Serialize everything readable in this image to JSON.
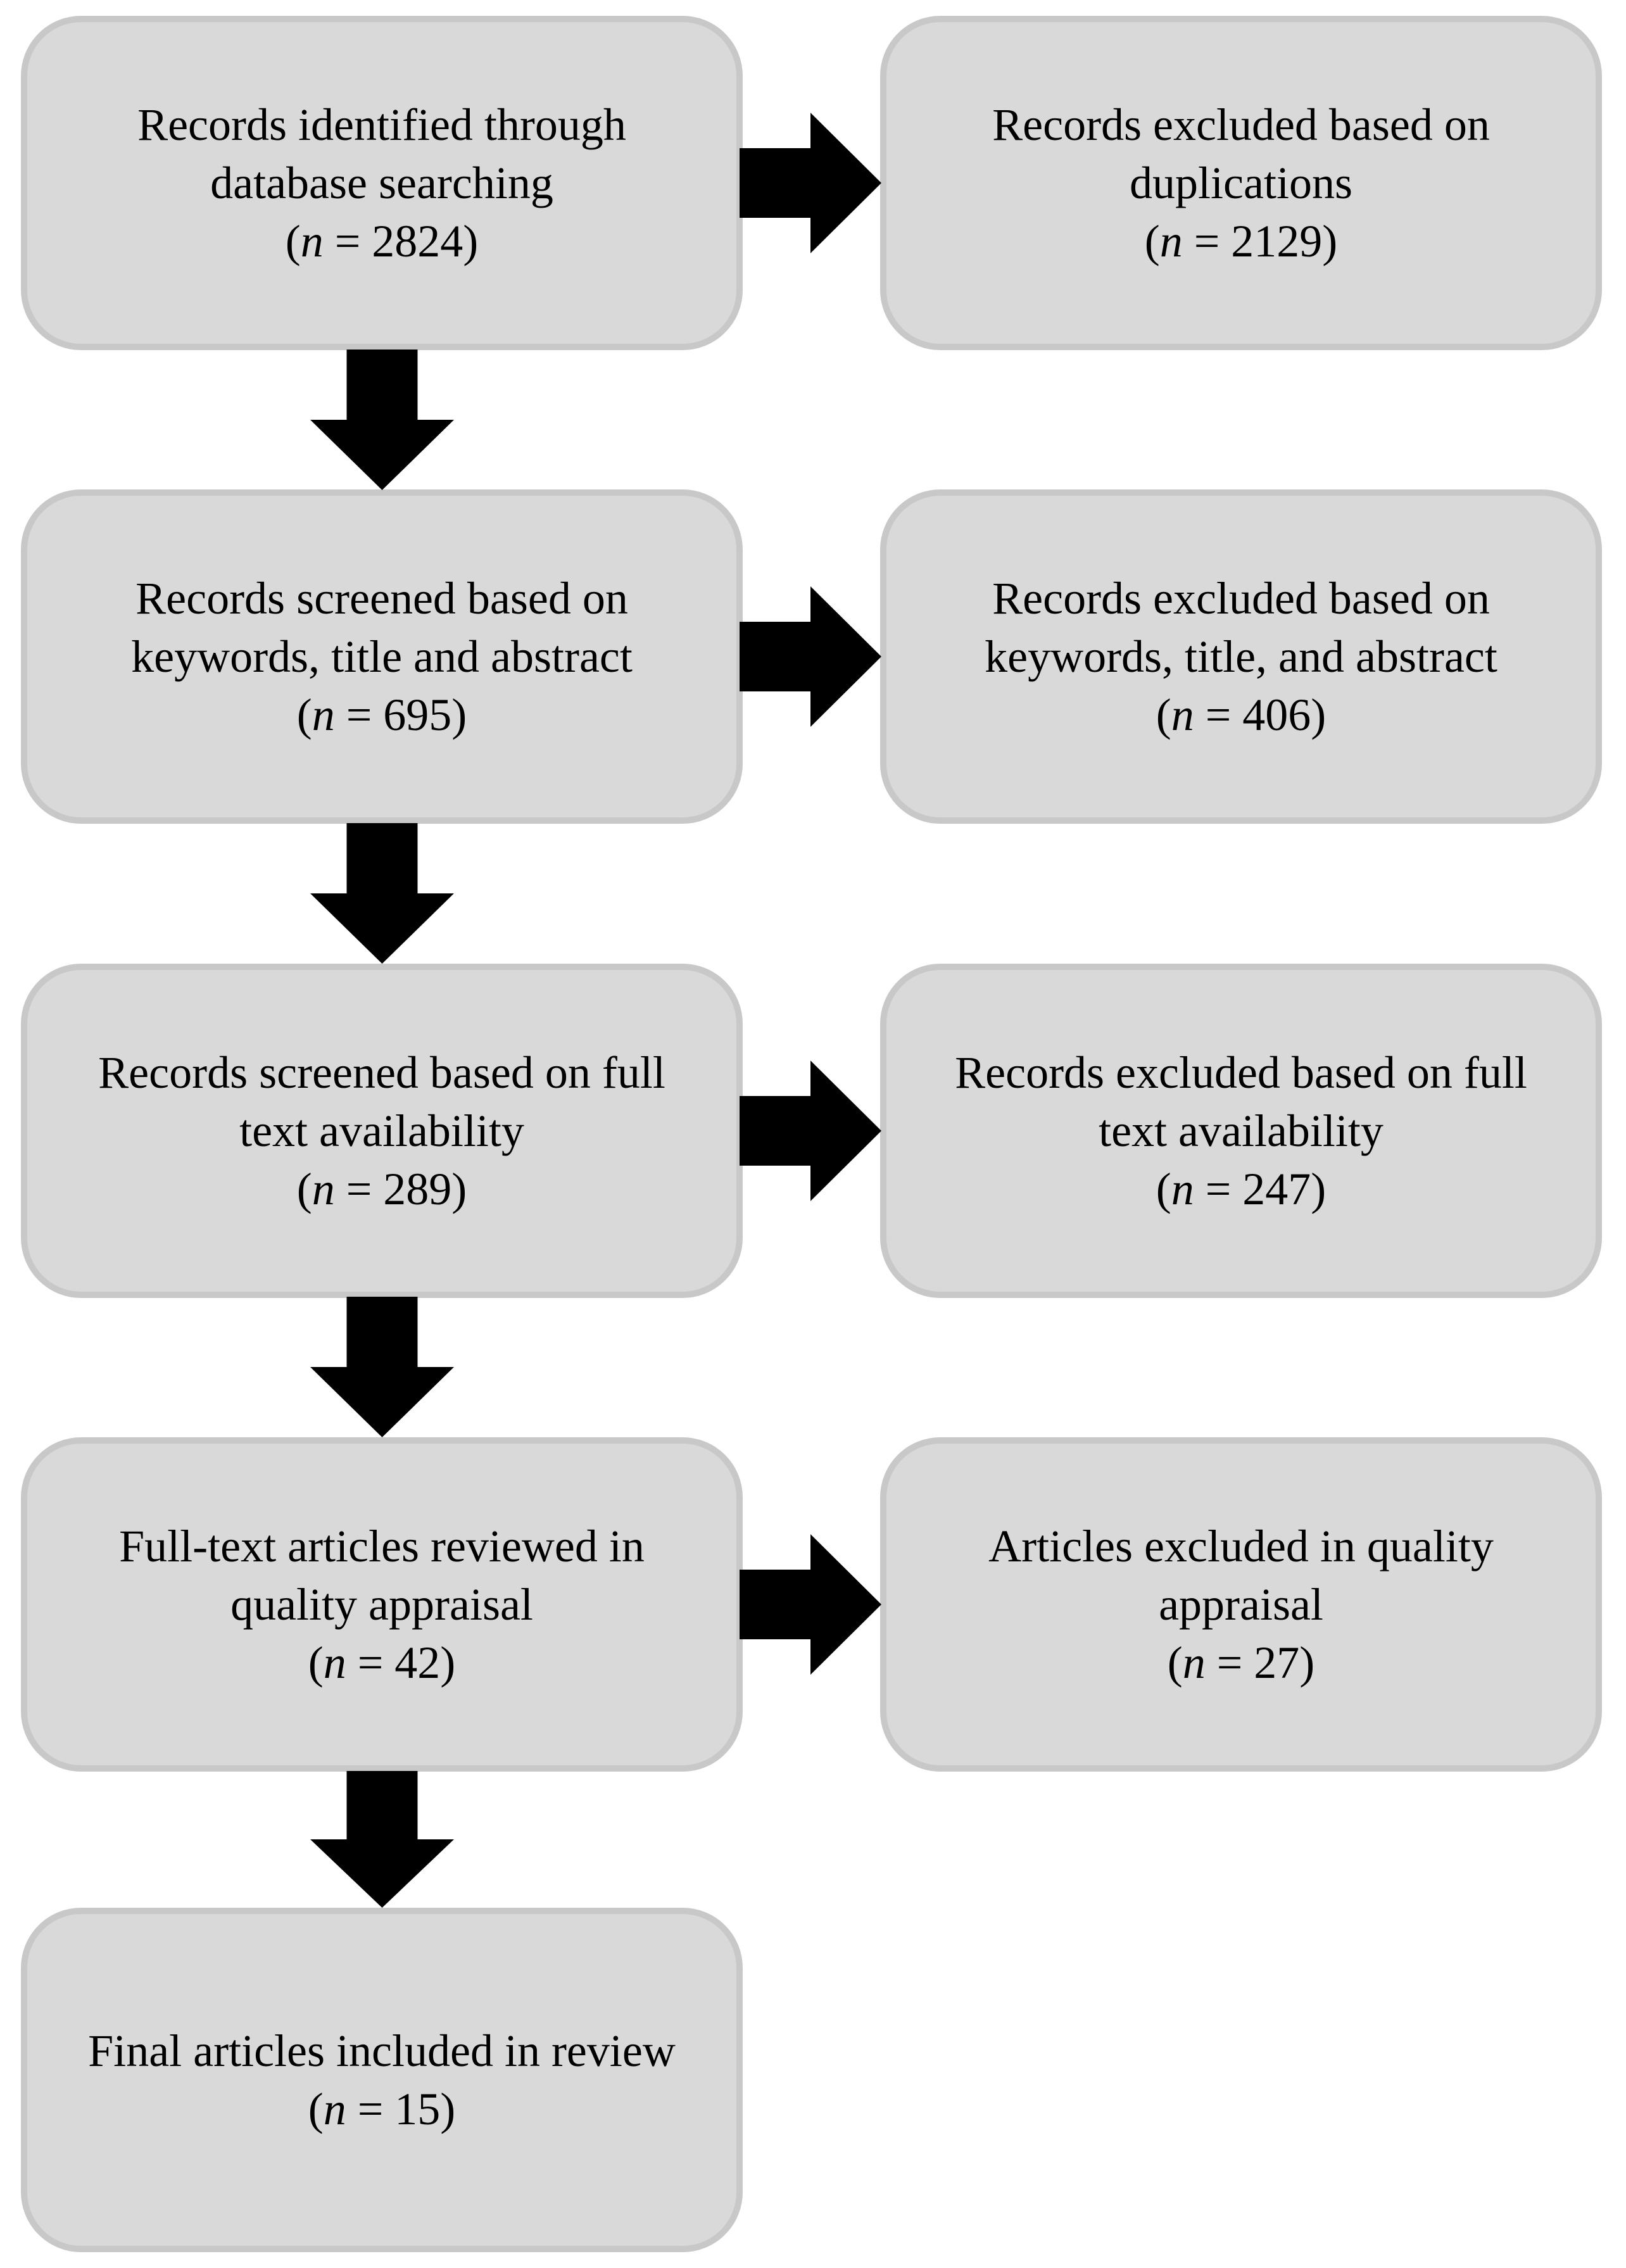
{
  "figure": {
    "type": "flowchart"
  },
  "colors": {
    "background": "#ffffff",
    "box_fill": "#d9d9d9",
    "box_border": "#c8c8c8",
    "arrow": "#000000",
    "text": "#000000"
  },
  "left_column": [
    {
      "label": "Records identified through\ndatabase searching",
      "count_open": "(",
      "count_n": "n",
      "count_rest": " = 2824)"
    },
    {
      "label": "Records screened based on\nkeywords, title and abstract",
      "count_open": "(",
      "count_n": "n",
      "count_rest": " = 695)"
    },
    {
      "label": "Records screened based on full\ntext availability",
      "count_open": "(",
      "count_n": "n",
      "count_rest": " = 289)"
    },
    {
      "label": "Full-text articles reviewed in\nquality appraisal",
      "count_open": "(",
      "count_n": "n",
      "count_rest": " = 42)"
    },
    {
      "label": "Final articles included in review",
      "count_open": "(",
      "count_n": "n",
      "count_rest": " = 15)"
    }
  ],
  "right_column": [
    {
      "label": "Records excluded based on\nduplications",
      "count_open": "(",
      "count_n": "n",
      "count_rest": " = 2129)"
    },
    {
      "label": "Records excluded based on\nkeywords, title, and abstract",
      "count_open": "(",
      "count_n": "n",
      "count_rest": " = 406)"
    },
    {
      "label": "Records excluded based on full\ntext availability",
      "count_open": "(",
      "count_n": "n",
      "count_rest": " = 247)"
    },
    {
      "label": "Articles excluded in quality\nappraisal",
      "count_open": "(",
      "count_n": "n",
      "count_rest": " = 27)"
    }
  ]
}
